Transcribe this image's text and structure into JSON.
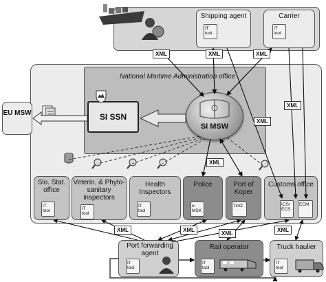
{
  "top": {
    "shipping_agent": "Shipping agent",
    "carrier": "Carrier"
  },
  "center": {
    "nma_title": "National Martime Administration office",
    "si_ssn": "SI SSN",
    "si_msw": "SI MSW"
  },
  "eu_msw": "EU MSW",
  "authorities": [
    {
      "name": "Slo. Stat. office"
    },
    {
      "name": "Veterin. & Phyto-sanitary inspectors"
    },
    {
      "name": "Health Inspectors"
    },
    {
      "name": "Police"
    },
    {
      "name": "Port of Koper"
    },
    {
      "name": "Customs office"
    }
  ],
  "bottom": {
    "port_forwarding_agent": "Port forwarding agent",
    "rail_operator": "Rail operator",
    "truck_haulier": "Truck haulier"
  },
  "tools": {
    "it_tool": "IT tool",
    "e_msk": "e-MSK",
    "tino": "TinO",
    "ics_ecs": "ICS/ ECS",
    "ecm": "ECM"
  },
  "xml": "XML",
  "colors": {
    "outer_bg": "#ececec",
    "center_bg": "#bdbdbd",
    "authority_bg": "#c4c4c4",
    "dark_box": "#8c8c8c",
    "top_bg": "#d6d6d6"
  }
}
